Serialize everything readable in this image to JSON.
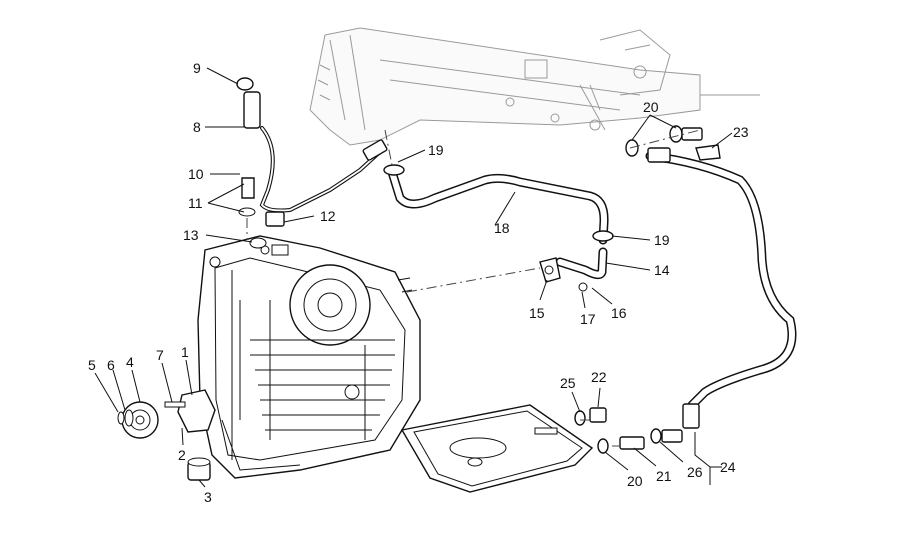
{
  "callouts": {
    "c1": "1",
    "c2": "2",
    "c3": "3",
    "c4": "4",
    "c5": "5",
    "c6": "6",
    "c7": "7",
    "c8": "8",
    "c9": "9",
    "c10": "10",
    "c11": "11",
    "c12": "12",
    "c13": "13",
    "c14": "14",
    "c15": "15",
    "c16": "16",
    "c17": "17",
    "c18": "18",
    "c19a": "19",
    "c19b": "19",
    "c20a": "20",
    "c20b": "20",
    "c21": "21",
    "c22": "22",
    "c23": "23",
    "c24": "24",
    "c25": "25",
    "c26": "26"
  }
}
